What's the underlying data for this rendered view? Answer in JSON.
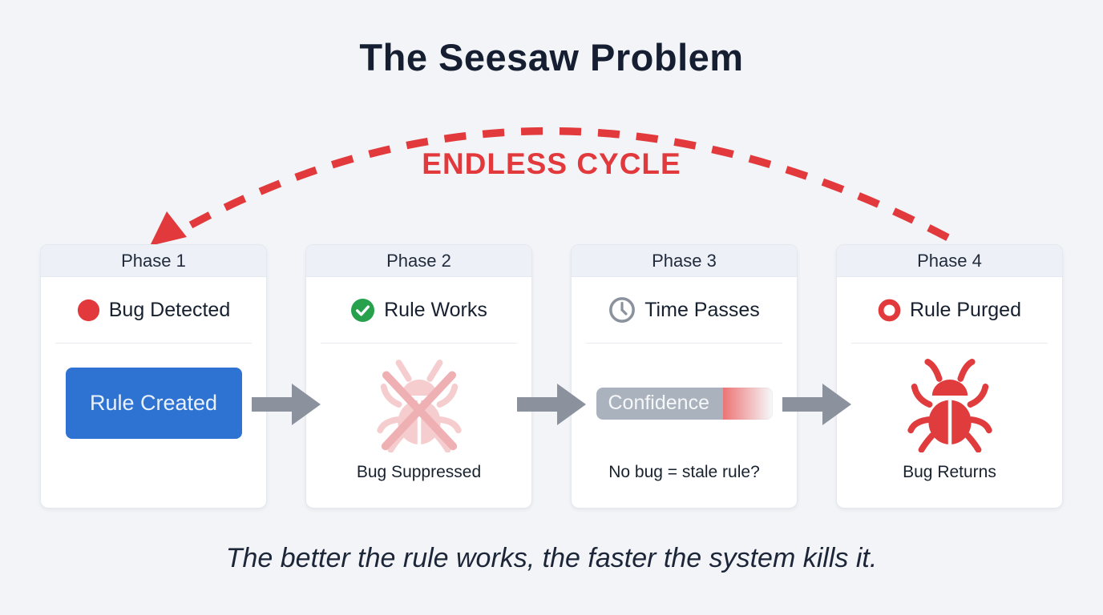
{
  "title": "The Seesaw Problem",
  "cycle": {
    "label": "ENDLESS CYCLE"
  },
  "phases": [
    {
      "header": "Phase 1",
      "status": "Bug Detected",
      "status_icon": "red-dot-icon",
      "content_type": "button",
      "button_label": "Rule Created",
      "caption": ""
    },
    {
      "header": "Phase 2",
      "status": "Rule Works",
      "status_icon": "green-check-icon",
      "content_type": "suppressed-bug",
      "caption": "Bug Suppressed"
    },
    {
      "header": "Phase 3",
      "status": "Time Passes",
      "status_icon": "clock-icon",
      "content_type": "confidence-bar",
      "bar_label": "Confidence",
      "caption": "No bug = stale rule?"
    },
    {
      "header": "Phase 4",
      "status": "Rule Purged",
      "status_icon": "red-ring-icon",
      "content_type": "red-bug",
      "caption": "Bug Returns"
    }
  ],
  "footer": "The better the rule works, the faster the system kills it.",
  "colors": {
    "background": "#f2f4f8",
    "accent_red": "#e23a3c",
    "accent_blue": "#2e72d2",
    "accent_green": "#27a14b",
    "arrow_gray": "#8b929e",
    "confidence_gray": "#aab2bd",
    "suppressed_pink": "#f6cdce",
    "text_dark": "#16202f"
  }
}
